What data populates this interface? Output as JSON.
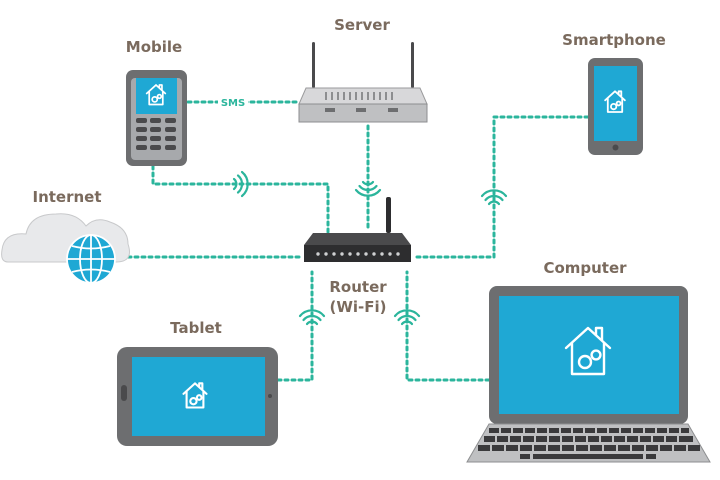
{
  "labels": {
    "server": "Server",
    "mobile": "Mobile",
    "smartphone": "Smartphone",
    "internet": "Internet",
    "router_line1": "Router",
    "router_line2": "(Wi-Fi)",
    "computer": "Computer",
    "tablet": "Tablet",
    "sms": "SMS"
  },
  "colors": {
    "connection": "#2bb59c",
    "screen": "#1fa8d4",
    "label": "#7a6a5d",
    "device_body": "#6d6e70"
  },
  "icons": [
    "smart-home-icon",
    "wifi-signal-icon",
    "globe-icon",
    "cloud-icon"
  ]
}
